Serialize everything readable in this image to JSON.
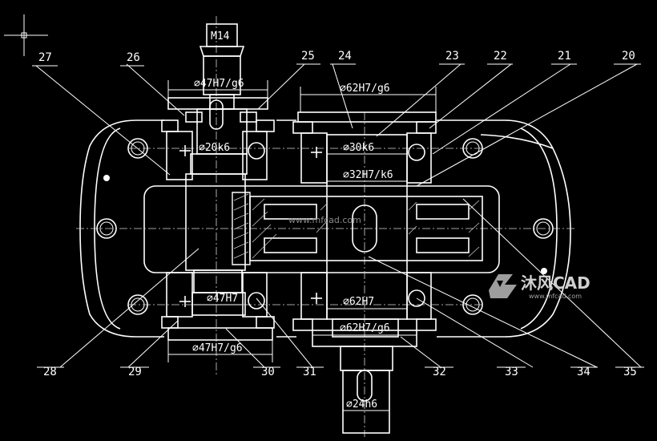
{
  "drawing": {
    "background": "#000000",
    "line_color": "#ffffff",
    "watermark_center": "www.mfcad.com",
    "logo_text": "沐风CAD",
    "logo_url": "www.mfcad.com",
    "thread_label": "M14",
    "dimensions": {
      "d47_top": "⌀47H7/g6",
      "d20": "⌀20k6",
      "d62_top": "⌀62H7/g6",
      "d30": "⌀30k6",
      "d32": "⌀32H7/k6",
      "d47_mid": "⌀47H7",
      "d62_mid": "⌀62H7",
      "d62_bot": "⌀62H7/g6",
      "d47_bot": "⌀47H7/g6",
      "d24": "⌀24h6"
    },
    "part_labels": [
      "20",
      "21",
      "22",
      "23",
      "24",
      "25",
      "26",
      "27",
      "28",
      "29",
      "30",
      "31",
      "32",
      "33",
      "34",
      "35"
    ]
  }
}
